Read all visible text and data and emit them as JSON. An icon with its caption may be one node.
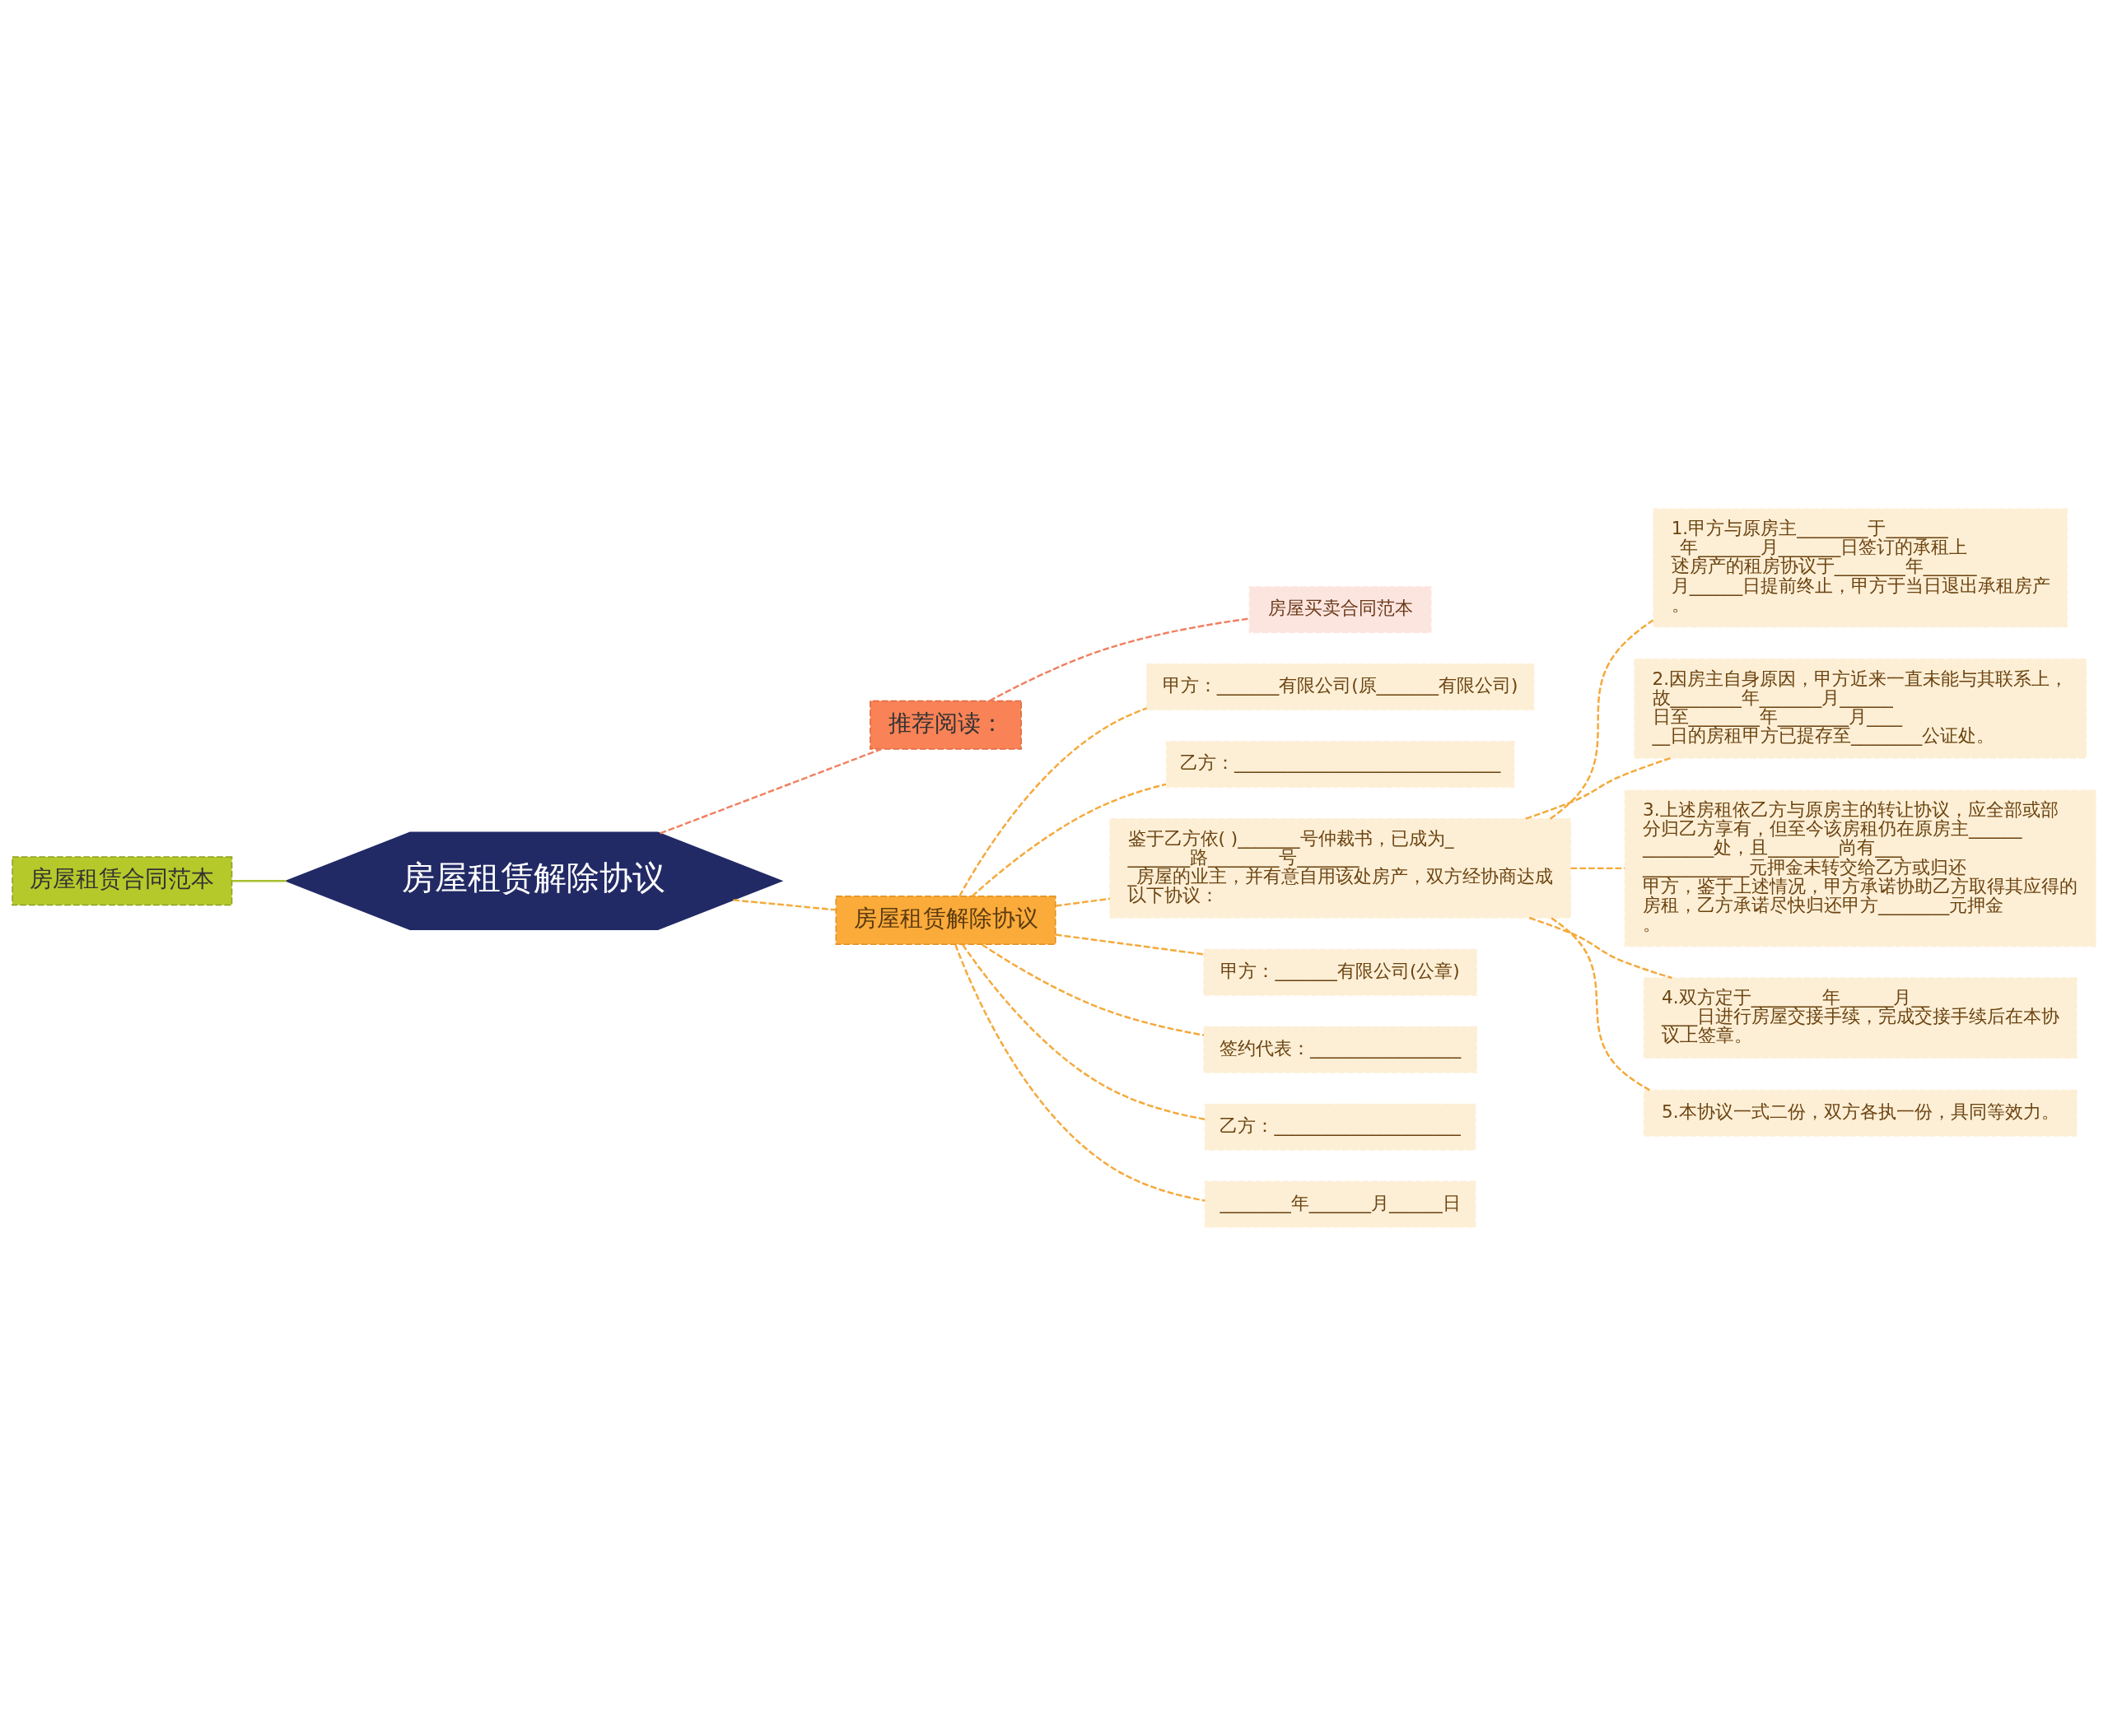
{
  "diagram": {
    "nodes": [
      {
        "text": [
          "房屋租赁解除协议"
        ]
      },
      {
        "text": [
          "房屋租赁合同范本"
        ]
      },
      {
        "text": [
          "推荐阅读："
        ]
      },
      {
        "text": [
          "房屋买卖合同范本"
        ]
      },
      {
        "text": [
          "房屋租赁解除协议"
        ]
      },
      {
        "text": [
          "甲方：_______有限公司(原_______有限公司)"
        ]
      },
      {
        "text": [
          "乙方：______________________________"
        ]
      },
      {
        "text": [
          "鉴于乙方依( )_______号仲裁书，已成为________路________号________房屋的业主，并有意自用该处房产，双方经协商达成以下协议："
        ]
      },
      {
        "text": [
          "1.甲方与原房主________于________年_______月_______日签订的承租上述房产的租房协议于________年______月______日提前终止，甲方于当日退出承租房产。"
        ]
      },
      {
        "text": [
          "2.因房主自身原因，甲方近来一直未能与其联系上，故________年_______月______日至________年________月______日的房租甲方已提存至________公证处。"
        ]
      },
      {
        "text": [
          "3.上述房租依乙方与原房主的转让协议，应全部或部分归乙方享有，但至今该房租仍在原房主______________处，且________尚有_______________元押金未转交给乙方或归还甲方，鉴于上述情况，甲方承诺协助乙方取得其应得的房租，乙方承诺尽快归还甲方________元押金。"
        ]
      },
      {
        "text": [
          "4.双方定于________年______月______日进行房屋交接手续，完成交接手续后在本协议上签章。"
        ]
      },
      {
        "text": [
          "5.本协议一式二份，双方各执一份，具同等效力。"
        ]
      },
      {
        "text": [
          "甲方：_______有限公司(公章)"
        ]
      },
      {
        "text": [
          "签约代表：_________________"
        ]
      },
      {
        "text": [
          "乙方：_____________________"
        ]
      },
      {
        "text": [
          "________年_______月______日"
        ]
      }
    ],
    "edges": [
      {
        "from": 1,
        "to": 0,
        "arrow": "none",
        "color": "#a8c030"
      },
      {
        "from": 0,
        "to": 2,
        "arrow": "none",
        "style": "dashed",
        "color": "#f08060"
      },
      {
        "from": 0,
        "to": 4,
        "arrow": "none",
        "style": "dashed"
      },
      {
        "from": 2,
        "to": 3,
        "arrow": "none",
        "style": "dashed",
        "color": "#f08060"
      },
      {
        "from": 4,
        "to": 5,
        "arrow": "none",
        "style": "dashed"
      },
      {
        "from": 4,
        "to": 6,
        "arrow": "none",
        "style": "dashed"
      },
      {
        "from": 4,
        "to": 7,
        "arrow": "none",
        "style": "dashed"
      },
      {
        "from": 7,
        "to": 8,
        "arrow": "none",
        "style": "dashed"
      },
      {
        "from": 7,
        "to": 9,
        "arrow": "none",
        "style": "dashed"
      },
      {
        "from": 7,
        "to": 10,
        "arrow": "none",
        "style": "dashed"
      },
      {
        "from": 7,
        "to": 11,
        "arrow": "none",
        "style": "dashed"
      },
      {
        "from": 7,
        "to": 12,
        "arrow": "none",
        "style": "dashed"
      },
      {
        "from": 4,
        "to": 13,
        "arrow": "none",
        "style": "dashed"
      },
      {
        "from": 4,
        "to": 14,
        "arrow": "none",
        "style": "dashed"
      },
      {
        "from": 4,
        "to": 15,
        "arrow": "none",
        "style": "dashed"
      },
      {
        "from": 4,
        "to": 16,
        "arrow": "none",
        "style": "dashed"
      }
    ]
  }
}
